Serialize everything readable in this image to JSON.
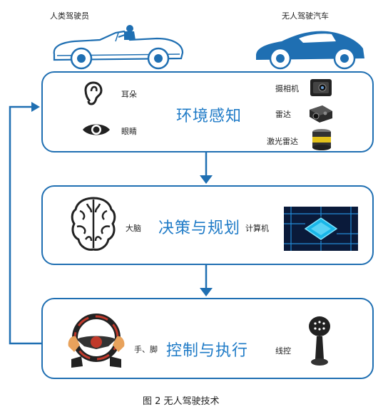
{
  "header": {
    "human_driver_label": "人类驾驶员",
    "autonomous_car_label": "无人驾驶汽车"
  },
  "perception": {
    "title": "环境感知",
    "ear_label": "耳朵",
    "eye_label": "眼睛",
    "camera_label": "摄相机",
    "radar_label": "雷达",
    "lidar_label": "激光雷达"
  },
  "planning": {
    "title": "决策与规划",
    "brain_label": "大脑",
    "computer_label": "计算机"
  },
  "control": {
    "title": "控制与执行",
    "hands_feet_label": "手、脚",
    "drive_by_wire_label": "线控"
  },
  "caption": "图 2  无人驾驶技术",
  "colors": {
    "accent": "#1f6fb2",
    "title": "#1f7bc7"
  }
}
